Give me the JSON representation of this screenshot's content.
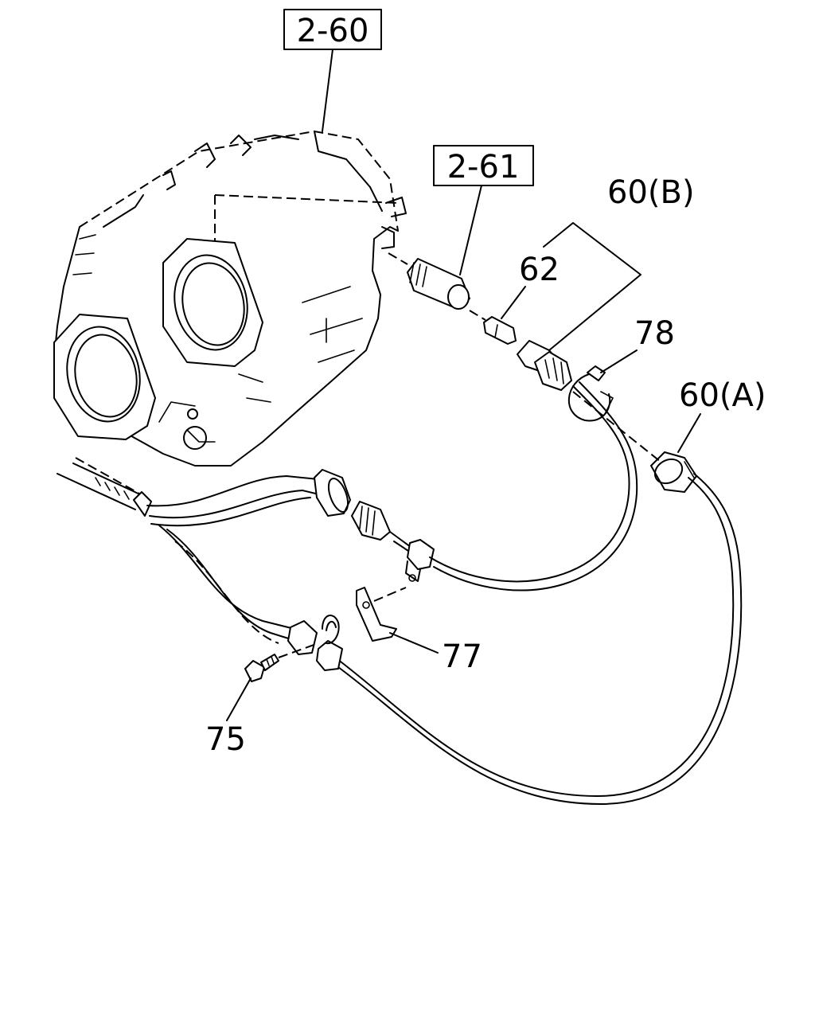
{
  "labels": {
    "ref_2_60": "2-60",
    "ref_2_61": "2-61",
    "part_60B": "60(B)",
    "part_62": "62",
    "part_78": "78",
    "part_60A": "60(A)",
    "part_77": "77",
    "part_75": "75"
  },
  "colors": {
    "ink": "#000000",
    "paper": "#ffffff"
  }
}
